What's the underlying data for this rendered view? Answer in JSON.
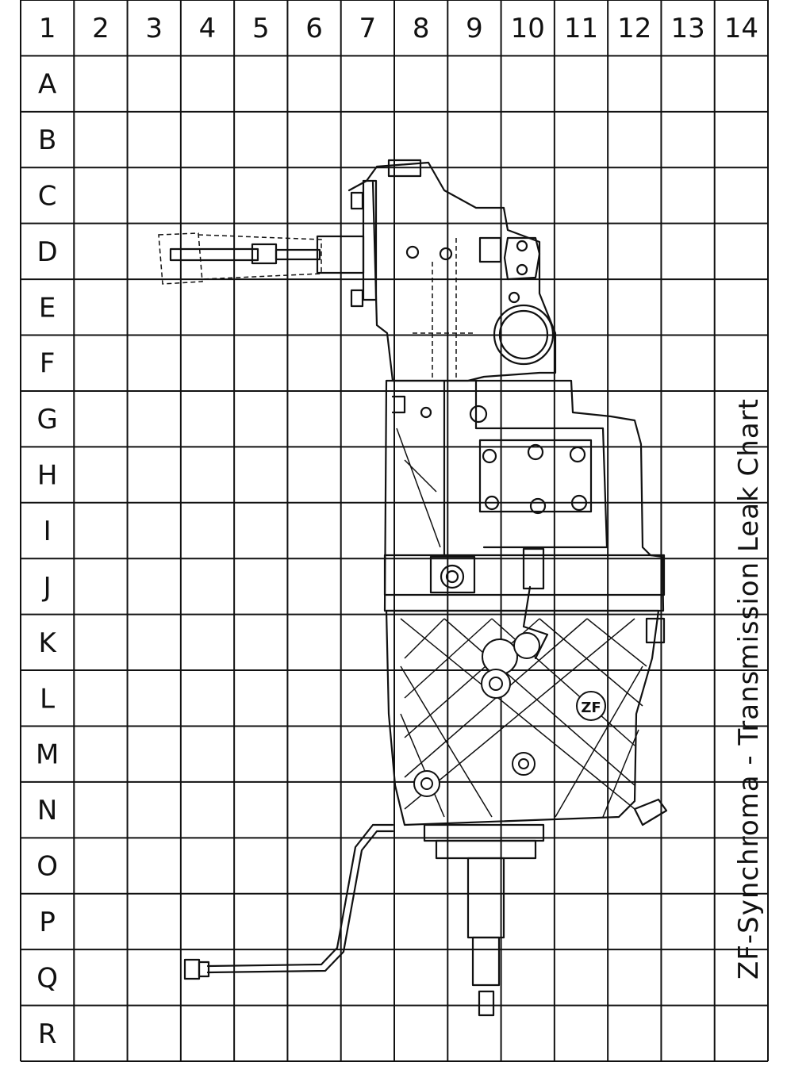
{
  "title": "ZF-Synchroma - Transmission Leak Chart",
  "columns": [
    "1",
    "2",
    "3",
    "4",
    "5",
    "6",
    "7",
    "8",
    "9",
    "10",
    "11",
    "12",
    "13",
    "14"
  ],
  "rows": [
    "A",
    "B",
    "C",
    "D",
    "E",
    "F",
    "G",
    "H",
    "I",
    "J",
    "K",
    "L",
    "M",
    "N",
    "O",
    "P",
    "Q",
    "R"
  ],
  "badge_text": "ZF"
}
